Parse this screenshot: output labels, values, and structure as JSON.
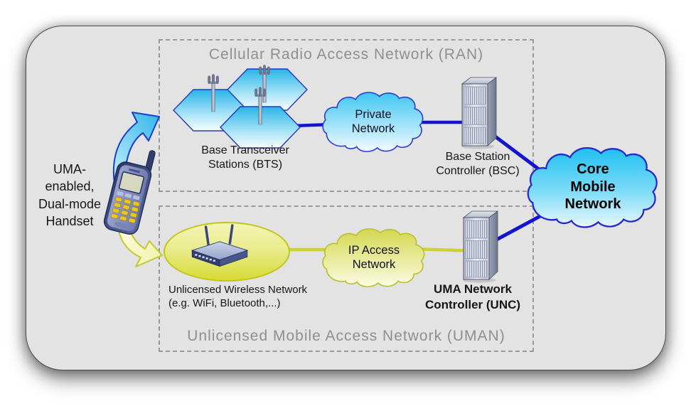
{
  "diagram": {
    "handset_label": "UMA-\nenabled,\nDual-mode\nHandset",
    "ran": {
      "title": "Cellular Radio Access Network (RAN)",
      "bts_label": "Base Transceiver\nStations (BTS)",
      "private_cloud_label": "Private\nNetwork",
      "bsc_label": "Base Station\nController (BSC)"
    },
    "uman": {
      "title": "Unlicensed Mobile Access Network (UMAN)",
      "uwn_label": "Unlicensed Wireless Network\n(e.g. WiFi, Bluetooth,...)",
      "ip_cloud_label": "IP Access\nNetwork",
      "unc_label": "UMA Network\nController (UNC)"
    },
    "core_cloud_label": "Core\nMobile\nNetwork",
    "icons": {
      "handset": "dual-mode-mobile-phone",
      "cell_site": "hexagonal-cell-with-antenna-mast",
      "server": "rack-server-tower",
      "router": "wireless-router-two-antennas",
      "cloud": "network-cloud",
      "arrow_up": "curved-arrow-to-cellular",
      "arrow_down": "curved-arrow-to-unlicensed"
    },
    "colors": {
      "panel_bg": "#e3e3e3",
      "box_dash": "#9a9a9a",
      "title_gray": "#8f8f8f",
      "cellular_line": "#1414cf",
      "unlicensed_line": "#cdd232",
      "cloud_blue_top": "#40c6f3",
      "cloud_yellow_top": "#d4d84e",
      "hex_cell_top": "#29b4e8",
      "ellipse_yellow": "#d7db34"
    }
  }
}
